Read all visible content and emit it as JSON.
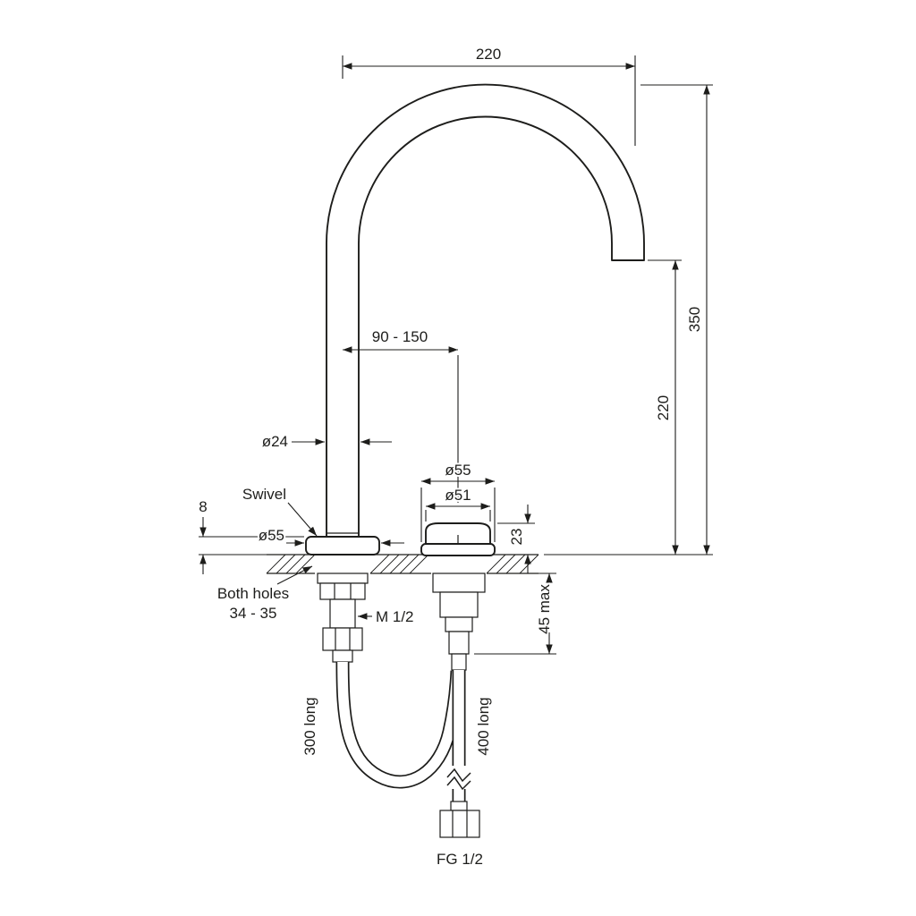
{
  "diagram": {
    "type": "technical-drawing",
    "subject": "tap-with-swivel-gooseneck-spout",
    "colors": {
      "line": "#1d1d1b",
      "background": "#ffffff"
    },
    "dims": {
      "spout_reach": "220",
      "overall_height": "350",
      "outlet_height": "220",
      "hole_spacing": "90 - 150",
      "spout_tube_dia": "ø24",
      "handle_flange_dia": "ø55",
      "handle_body_dia": "ø51",
      "swivel_label": "Swivel",
      "flange_height": "8",
      "base_flange_dia": "ø55",
      "holes_note_line1": "Both holes",
      "holes_note_line2": "34 - 35",
      "inlet_thread": "M 1/2",
      "handle_height": "23",
      "bench_max": "45 max",
      "hose_left_length": "300 long",
      "hose_right_length": "400 long",
      "outlet_thread": "FG 1/2"
    }
  }
}
